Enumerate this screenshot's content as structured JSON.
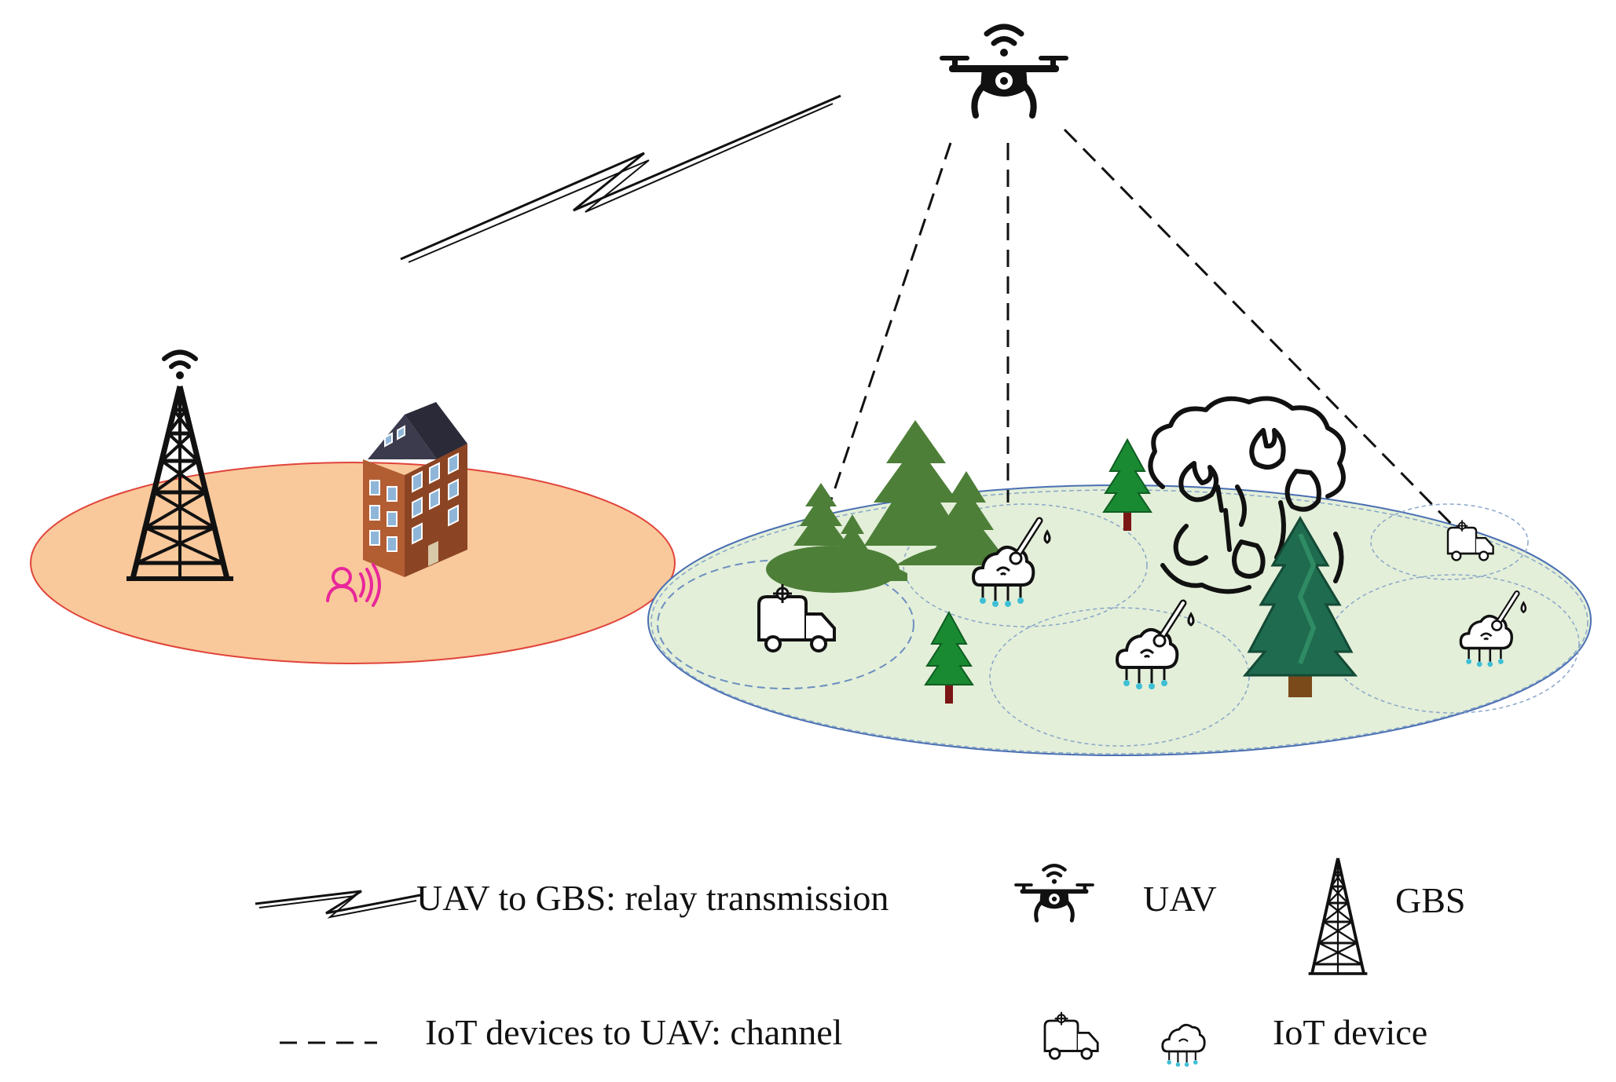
{
  "legend": {
    "relay_label": "UAV to GBS: relay transmission",
    "uav_label": "UAV",
    "gbs_label": "GBS",
    "channel_label": "IoT devices to UAV: channel",
    "iot_label": "IoT device"
  },
  "colors": {
    "gbs_area_fill": "#f9c89b",
    "gbs_area_stroke": "#e0443a",
    "iot_area_fill": "#e3efd9",
    "iot_area_stroke": "#4a6fb3",
    "cell_stroke": "#8aa6c8",
    "tree_green": "#4e7f38",
    "pine_green": "#1f6b4f",
    "user_magenta": "#e8279a",
    "sensor_drops": "#3fbfd6",
    "line": "#111111"
  },
  "icons": [
    "uav-icon",
    "gbs-tower-icon",
    "building-icon",
    "user-icon",
    "truck-icon",
    "weather-sensor-icon",
    "forest-icon",
    "wildfire-icon",
    "pine-tree-icon",
    "lightning-link-icon"
  ]
}
